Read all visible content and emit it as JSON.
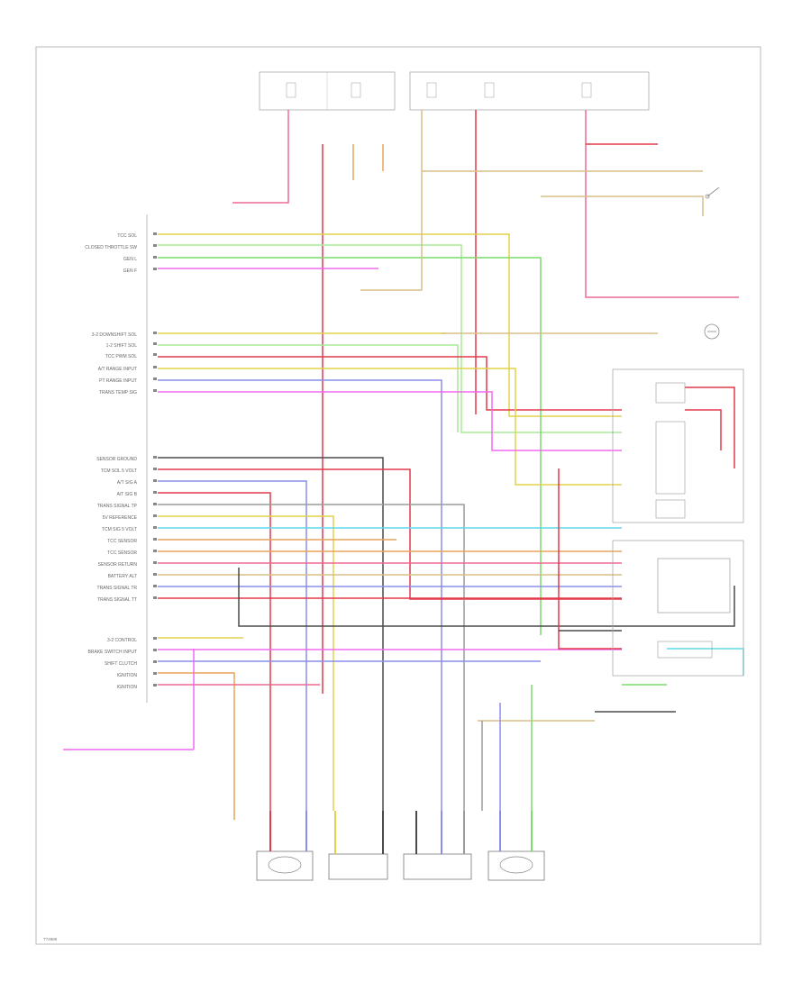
{
  "diagram_code": "T74989",
  "pcm_left_labels": [
    "TCC SOL",
    "CLOSED THROTTLE SW",
    "GEN L",
    "GEN F",
    "3-2 DOWNSHIFT SOL",
    "1-2 SHIFT SOL",
    "TCC PWM SOL",
    "A/T RANGE INPUT",
    "PT RANGE INPUT",
    "TRANS TEMP SIG",
    "SENSOR GROUND",
    "TCM SOL 5 VOLT",
    "A/T SIG A",
    "A/T SIG B",
    "TRANS SIGNAL TP",
    "5V REFERENCE",
    "TCM SIG 5 VOLT",
    "TCC SENSOR",
    "TCC SENSOR",
    "SENSOR RETURN",
    "BATTERY ALT",
    "TRANS SIGNAL TR",
    "TRANS SIGNAL TT",
    "3-2 CONTROL",
    "BRAKE SWITCH INPUT",
    "SHIFT CLUTCH",
    "IGNITION",
    "IGNITION"
  ],
  "colors": {
    "frame": "#bcbcbc",
    "pink": "#ee6a94",
    "red": "#e23a4a",
    "tan": "#d8bf88",
    "yellow": "#e0d24a",
    "green": "#7adc6a",
    "lightgreen": "#a6ea96",
    "blue": "#8a8ee8",
    "magenta": "#f06af0",
    "cyan": "#5ed8e8",
    "black": "#4a4a4a",
    "orange": "#e8a45a",
    "gray": "#9a9a9a"
  }
}
